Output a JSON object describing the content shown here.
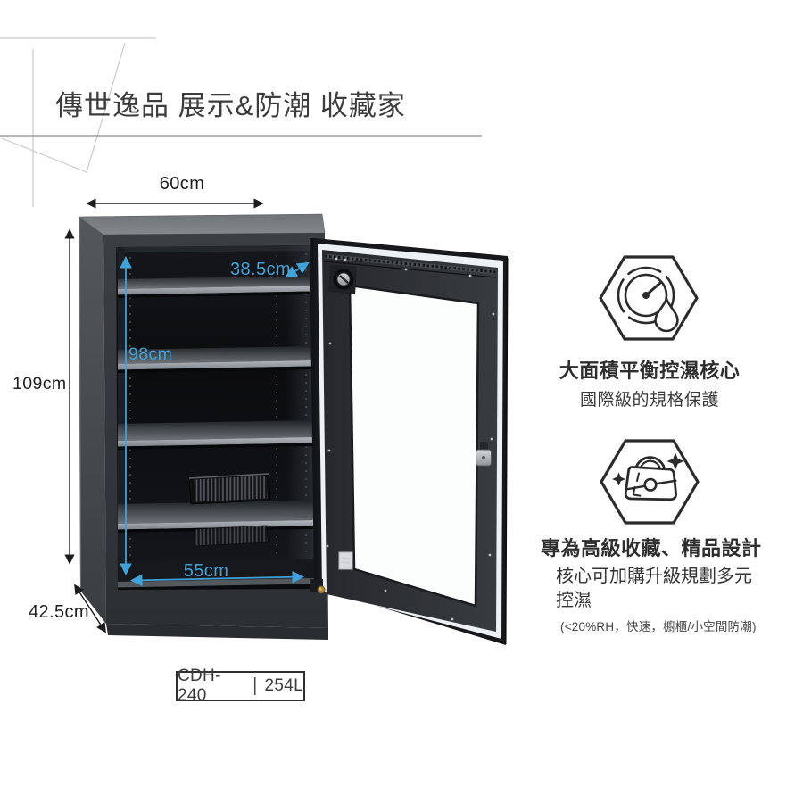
{
  "page": {
    "title": "傳世逸品 展示&防潮 收藏家"
  },
  "dimensions": {
    "top_width": "60cm",
    "body_height": "109cm",
    "body_depth": "42.5cm",
    "inner_depth": "38.5cm",
    "inner_height": "98cm",
    "inner_width": "55cm"
  },
  "model_badge": {
    "model": "CDH-240",
    "separator": "|",
    "capacity": "254L"
  },
  "features": [
    {
      "icon": "humidity-gauge-icon",
      "title": "大面積平衡控濕核心",
      "subtitle": "國際級的規格保護"
    },
    {
      "icon": "luxury-handbag-icon",
      "title": "專為高級收藏、精品設計",
      "line1": "核心可加購升級規劃多元",
      "line2": "控濕",
      "note": "(<20%RH，快速，櫥櫃/小空間防潮)"
    }
  ],
  "colors": {
    "accent_blue": "#3fa3d9",
    "dimension_text": "#1f1f1f",
    "cabinet_body": "#33363b",
    "title_text": "#3d3d3d"
  }
}
